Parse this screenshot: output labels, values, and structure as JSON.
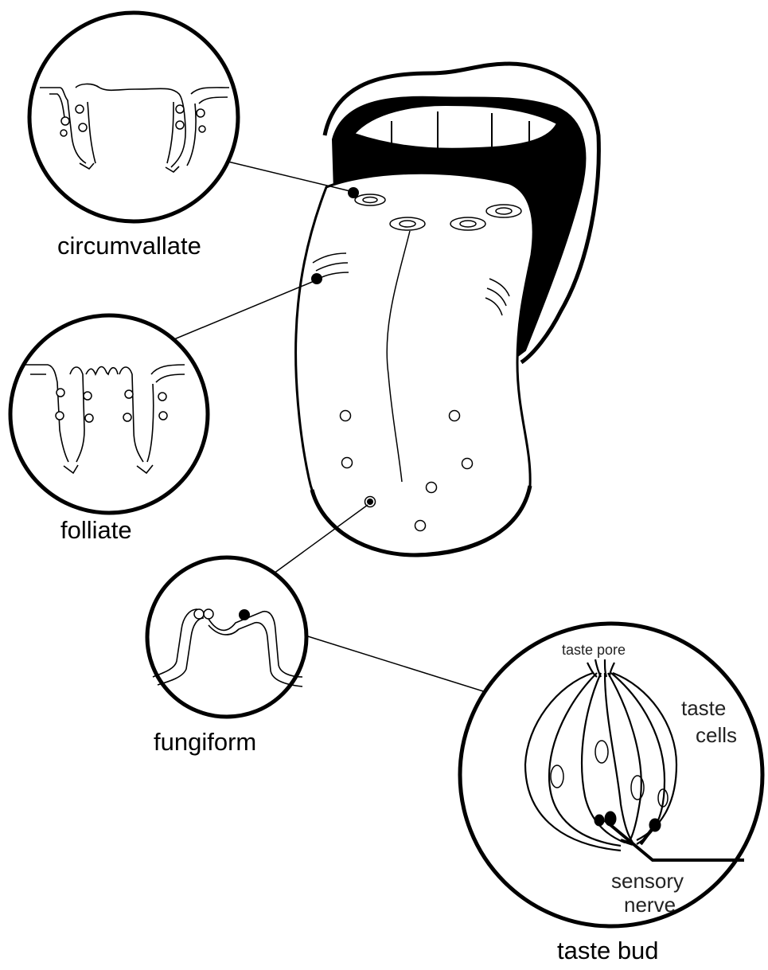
{
  "labels": {
    "circumvallate": "circumvallate",
    "folliate": "folliate",
    "fungiform": "fungiform",
    "taste_bud": "taste bud",
    "taste_pore": "taste pore",
    "taste_cells": "taste\ncells",
    "taste_line1": "taste",
    "cells_line2": "cells",
    "sensory": "sensory",
    "nerve": "nerve"
  }
}
